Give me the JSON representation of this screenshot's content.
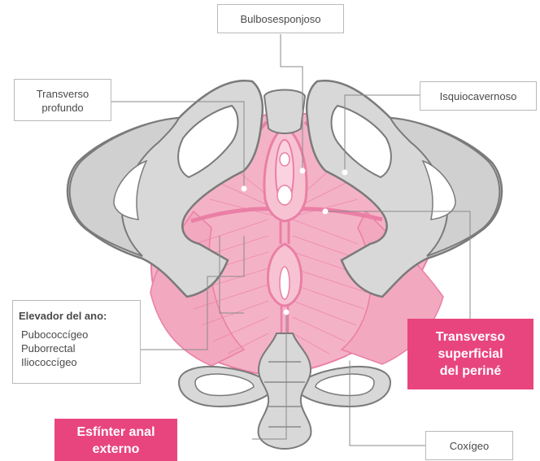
{
  "labels": {
    "bulbo": "Bulbosesponjoso",
    "transverso_profundo": [
      "Transverso",
      "profundo"
    ],
    "isquio": "Isquiocavernoso",
    "elevador": {
      "title": "Elevador del ano:",
      "items": [
        "Pubococcígeo",
        "Puborrectal",
        "Iliococcígeo"
      ]
    },
    "transverso_superficial": [
      "Transverso",
      "superficial",
      "del periné"
    ],
    "esfinter": [
      "Esfínter anal",
      "externo"
    ],
    "coxigeo": "Coxígeo"
  },
  "colors": {
    "muscle": "#f4b2c6",
    "muscle_line": "#ea7fa6",
    "muscle_light": "#fbd3e0",
    "bone": "#d8d8d8",
    "bone_outline": "#7a7a7a",
    "leader": "#8a8a8a",
    "highlight": "#e8457f"
  },
  "icons": {
    "pointer_dot": "white-dot"
  }
}
